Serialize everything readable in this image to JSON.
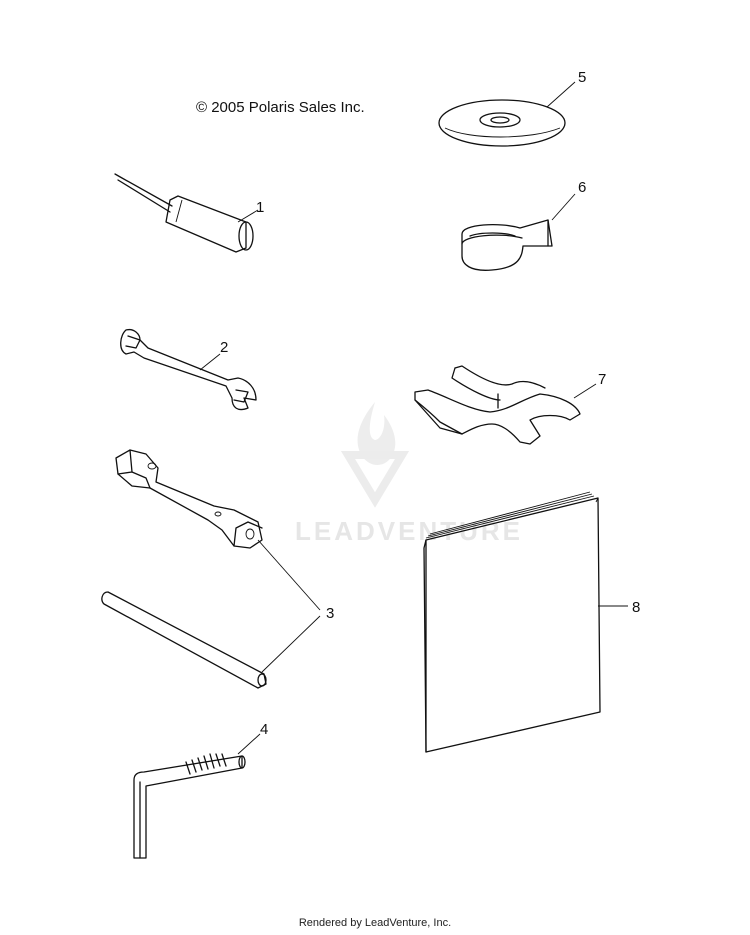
{
  "copyright": "© 2005 Polaris Sales Inc.",
  "watermark": "LEADVENTURE",
  "footer": "Rendered by LeadVenture, Inc.",
  "callouts": [
    "1",
    "2",
    "3",
    "4",
    "5",
    "6",
    "7",
    "8"
  ]
}
